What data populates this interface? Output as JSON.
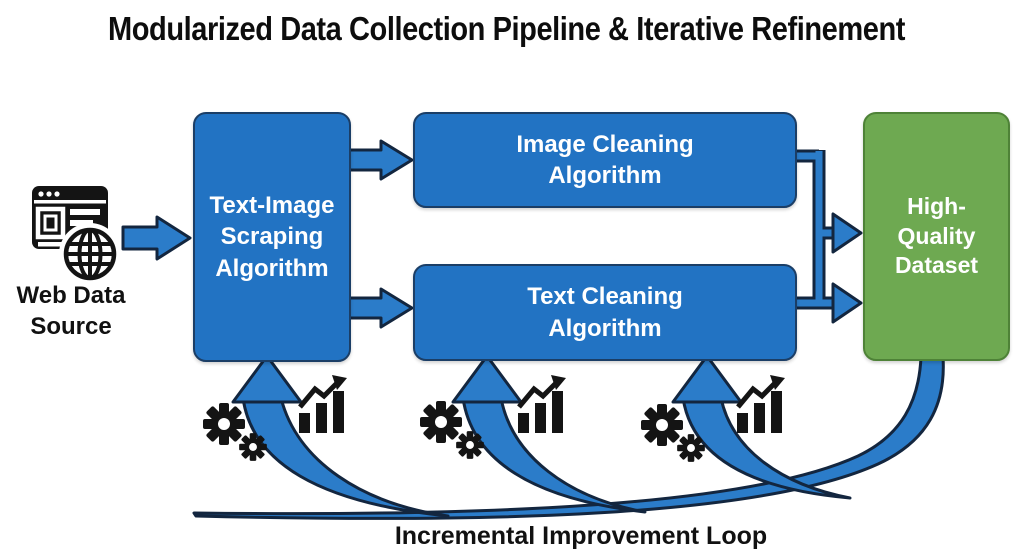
{
  "title": "Modularized Data Collection Pipeline & Iterative Refinement",
  "source": {
    "label": "Web Data\nSource",
    "icon": "browser-globe-icon"
  },
  "nodes": {
    "scraping": {
      "label": "Text-Image\nScraping\nAlgorithm"
    },
    "image_cleaning": {
      "label": "Image Cleaning\nAlgorithm"
    },
    "text_cleaning": {
      "label": "Text Cleaning\nAlgorithm"
    },
    "dataset": {
      "label": "High-\nQuality\nDataset"
    }
  },
  "loop": {
    "label": "Incremental Improvement Loop",
    "icons": [
      "gears-icon",
      "growth-chart-icon"
    ]
  },
  "edges": [
    {
      "from": "web-data-source",
      "to": "text-image-scraping"
    },
    {
      "from": "text-image-scraping",
      "to": "image-cleaning"
    },
    {
      "from": "text-image-scraping",
      "to": "text-cleaning"
    },
    {
      "from": "image-cleaning",
      "to": "high-quality-dataset"
    },
    {
      "from": "text-cleaning",
      "to": "high-quality-dataset"
    },
    {
      "from": "high-quality-dataset",
      "to": "text-image-scraping",
      "via": "improvement-loop"
    },
    {
      "from": "high-quality-dataset",
      "to": "text-cleaning",
      "via": "improvement-loop"
    }
  ],
  "colors": {
    "node_blue": "#2273c3",
    "dataset_green": "#6ea951",
    "arrow_blue": "#2b7cc9",
    "outline_dark": "#13263f",
    "icon_black": "#141414",
    "title_text": "#0d0d0d"
  }
}
